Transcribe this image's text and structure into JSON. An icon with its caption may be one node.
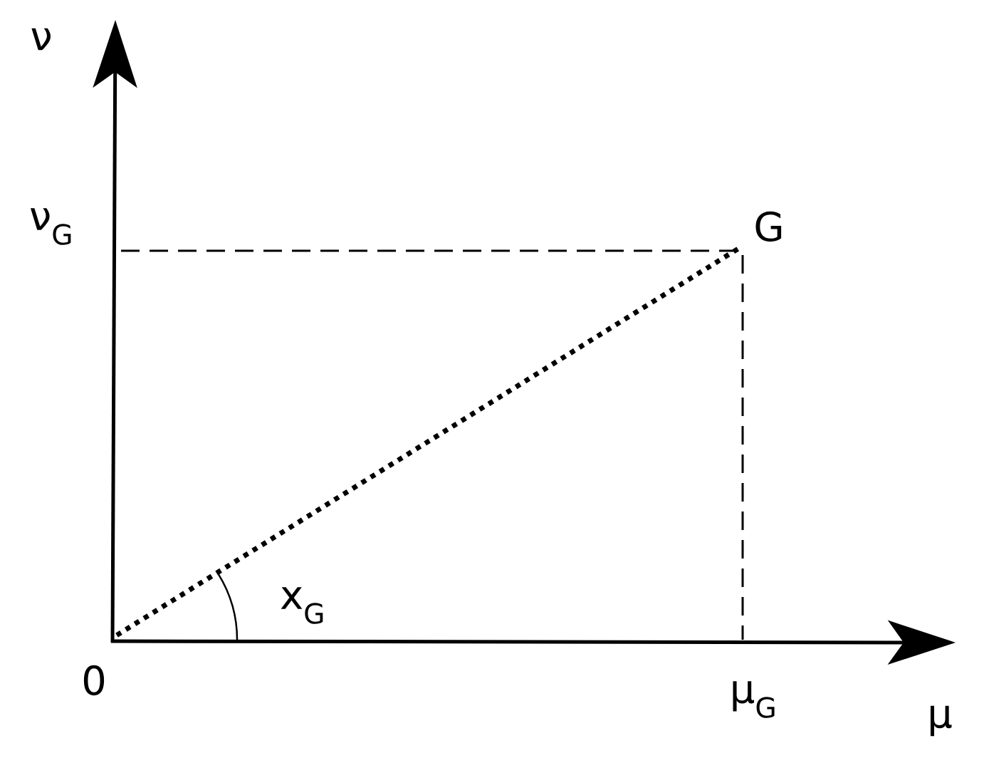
{
  "diagram": {
    "nodes": [
      {
        "text": [
          "0"
        ]
      },
      {
        "text": [
          "G"
        ]
      }
    ],
    "edges": [
      {
        "from": 0,
        "to": 1,
        "arrow": "none"
      }
    ],
    "labels": [
      "ν",
      "ν$_{G}$",
      "x$_{G}$",
      "μ$_{G}$",
      "μ"
    ]
  }
}
